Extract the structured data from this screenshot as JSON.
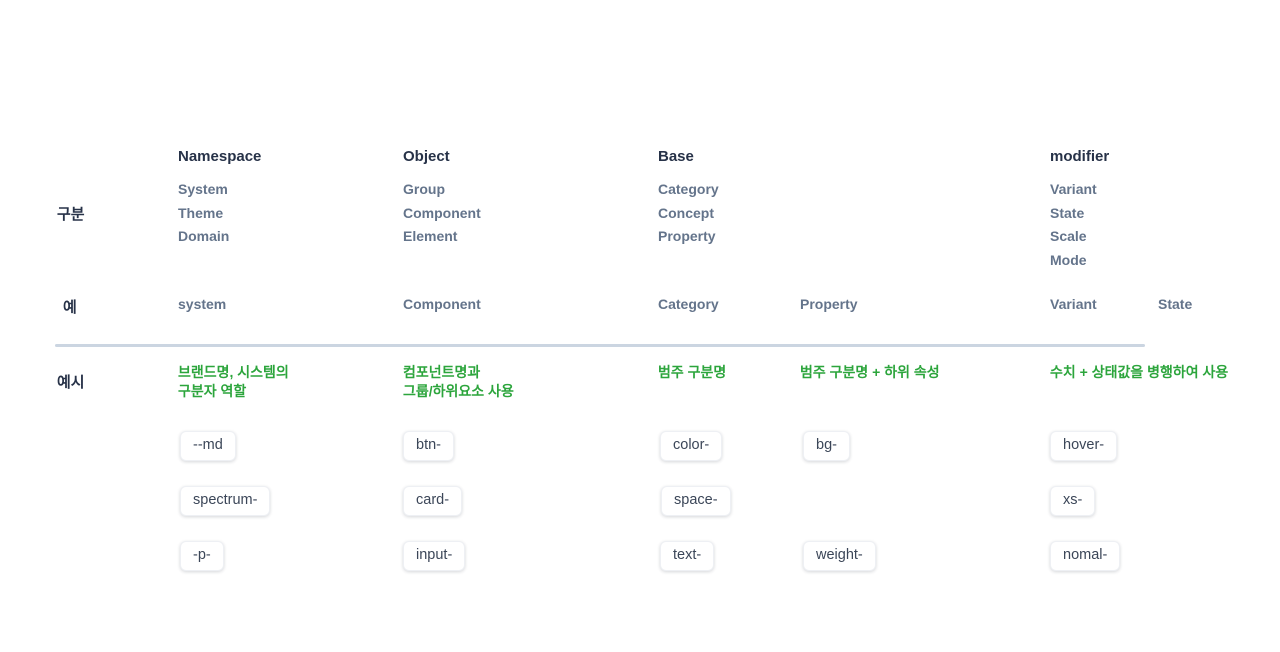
{
  "colors": {
    "heading": "#273248",
    "item_gray": "#64748b",
    "green": "#2ca53c",
    "divider": "#cbd5e1",
    "box_text": "#3b4658"
  },
  "row_labels": [
    "구분",
    "예",
    "예시"
  ],
  "columns": [
    {
      "header": "Namespace",
      "items": [
        "System",
        "Theme",
        "Domain"
      ],
      "example": "system",
      "desc": [
        "브랜드명, 시스템의",
        "구분자 역할"
      ],
      "boxes": [
        "--md",
        "spectrum-",
        "-p-"
      ]
    },
    {
      "header": "Object",
      "items": [
        "Group",
        "Component",
        "Element"
      ],
      "example": "Component",
      "desc": [
        "컴포넌트명과",
        "그룹/하위요소 사용"
      ],
      "boxes": [
        "btn-",
        "card-",
        "input-"
      ]
    },
    {
      "header": "Base",
      "items": [
        "Category",
        "Concept",
        "Property"
      ],
      "example": "Category",
      "desc": [
        "범주 구분명"
      ],
      "boxes": [
        "color-",
        "space-",
        "text-"
      ]
    },
    {
      "header": "",
      "items": [],
      "example": "Property",
      "desc": [
        "범주 구분명 + 하위 속성"
      ],
      "boxes": [
        "bg-",
        "weight-"
      ]
    },
    {
      "header": "modifier",
      "items": [
        "Variant",
        "State",
        "Scale",
        "Mode"
      ],
      "example": "Variant",
      "desc": [
        "수치 + 상태값을 병행하여 사용"
      ],
      "boxes": [
        "hover-",
        "xs-",
        "nomal-"
      ]
    },
    {
      "header": "",
      "items": [],
      "example": "State",
      "desc": [],
      "boxes": []
    }
  ]
}
